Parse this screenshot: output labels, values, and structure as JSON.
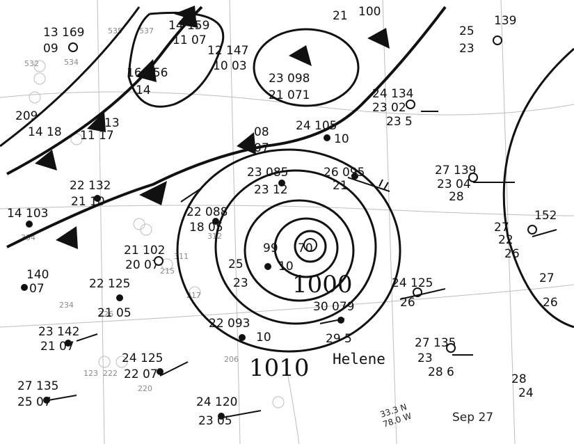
{
  "storm": {
    "name": "Helene",
    "date": "Sep 27",
    "position_note": [
      "33.3 N",
      "78.0 W"
    ]
  },
  "isobar_labels": [
    "1000",
    "1010"
  ],
  "center_label": "70",
  "stations": [
    {
      "id": "s1",
      "lines": [
        "23 098",
        "21 071"
      ]
    },
    {
      "id": "s2",
      "lines": [
        "25",
        "23"
      ],
      "extra": "139"
    },
    {
      "id": "s3",
      "lines": [
        "24 134",
        "23 02",
        "23 5"
      ]
    },
    {
      "id": "s4",
      "lines": [
        "24 105",
        "10"
      ]
    },
    {
      "id": "s5",
      "lines": [
        "23 085",
        "23 12"
      ]
    },
    {
      "id": "s6",
      "lines": [
        "26 095",
        "21"
      ]
    },
    {
      "id": "s7",
      "lines": [
        "27 139",
        "23 04",
        "28"
      ]
    },
    {
      "id": "s8",
      "lines": [
        "22 132",
        "21 10"
      ]
    },
    {
      "id": "s9",
      "lines": [
        "22 088",
        "18 05"
      ]
    },
    {
      "id": "s10",
      "lines": [
        "21 102",
        "20 07"
      ]
    },
    {
      "id": "s11",
      "lines": [
        "99",
        "10"
      ]
    },
    {
      "id": "s12",
      "lines": [
        "25",
        "23"
      ]
    },
    {
      "id": "s13",
      "lines": [
        "24 125",
        "26"
      ]
    },
    {
      "id": "s14",
      "lines": [
        "22 125",
        "21 05"
      ]
    },
    {
      "id": "s15",
      "lines": [
        "30 079"
      ]
    },
    {
      "id": "s16",
      "lines": [
        "22 093",
        "10"
      ]
    },
    {
      "id": "s17",
      "lines": [
        "29 5"
      ]
    },
    {
      "id": "s18",
      "lines": [
        "27 135",
        "23",
        "28 6"
      ]
    },
    {
      "id": "s19",
      "lines": [
        "23 142",
        "21 07"
      ]
    },
    {
      "id": "s20",
      "lines": [
        "24 125",
        "22 07"
      ]
    },
    {
      "id": "s21",
      "lines": [
        "27 135",
        "25 07"
      ]
    },
    {
      "id": "s22",
      "lines": [
        "24 120",
        "23 05"
      ]
    },
    {
      "id": "s23",
      "lines": [
        "140",
        "07"
      ]
    },
    {
      "id": "s24",
      "lines": [
        "13 169",
        "09"
      ]
    },
    {
      "id": "s25",
      "lines": [
        "14 159",
        "11 07"
      ]
    },
    {
      "id": "s26",
      "lines": [
        "16 156",
        "14"
      ]
    },
    {
      "id": "s27",
      "lines": [
        "12 147",
        "10 03"
      ]
    },
    {
      "id": "s28",
      "lines": [
        "13",
        "11 17"
      ]
    },
    {
      "id": "s29",
      "lines": [
        "209",
        "14 18"
      ]
    },
    {
      "id": "s30",
      "lines": [
        "27",
        "22",
        "26"
      ]
    },
    {
      "id": "s31",
      "lines": [
        "152",
        "27",
        "26"
      ]
    },
    {
      "id": "s32",
      "lines": [
        "28",
        "24"
      ]
    },
    {
      "id": "s33",
      "lines": [
        "08",
        "07"
      ]
    },
    {
      "id": "s34",
      "lines": [
        "100",
        "21"
      ]
    },
    {
      "id": "s35",
      "lines": [
        "14 103"
      ]
    }
  ],
  "faint_numbers": [
    "535",
    "537",
    "532",
    "534",
    "334",
    "312",
    "311",
    "215",
    "217",
    "234",
    "226",
    "220",
    "222",
    "206",
    "123"
  ]
}
